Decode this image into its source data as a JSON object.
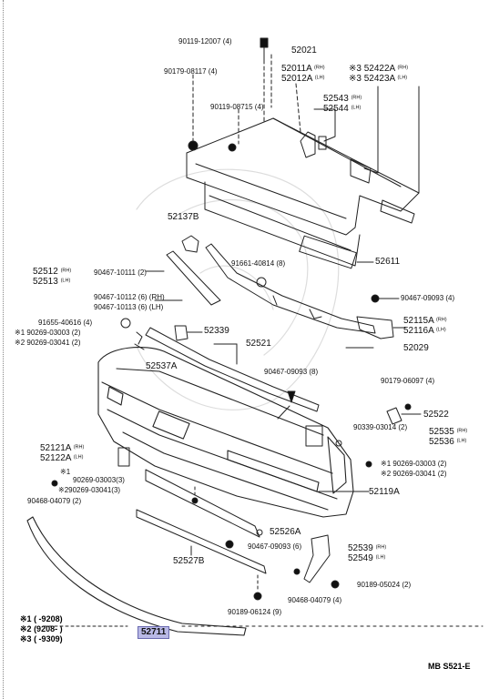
{
  "labels": {
    "p_90119_12007": "90119-12007 (4)",
    "p_52021": "52021",
    "p_90179_08117": "90179-08117 (4)",
    "p_52011A": "52011A",
    "p_52011A_side": "(RH)",
    "p_52012A": "52012A",
    "p_52012A_side": "(LH)",
    "p_52422A": "※3 52422A",
    "p_52422A_side": "(RH)",
    "p_52423A": "※3 52423A",
    "p_52423A_side": "(LH)",
    "p_90119_08715": "90119-08715 (4)",
    "p_52543": "52543",
    "p_52543_side": "(RH)",
    "p_52544": "52544",
    "p_52544_side": "(LH)",
    "p_52137B": "52137B",
    "p_52611": "52611",
    "p_91661_40814": "91661-40814 (8)",
    "p_52512": "52512",
    "p_52512_side": "(RH)",
    "p_52513": "52513",
    "p_52513_side": "(LH)",
    "p_90467_10111": "90467-10111 (2)",
    "p_90467_10112": "90467-10112 (6) (RH)",
    "p_90467_10113": "90467-10113 (6) (LH)",
    "p_90467_09093_4": "90467-09093 (4)",
    "p_91655_40616": "91655-40616 (4)",
    "p_90269_03003_2a": "※1 90269-03003 (2)",
    "p_90269_03041_2a": "※2 90269-03041 (2)",
    "p_52339": "52339",
    "p_52115A": "52115A",
    "p_52115A_side": "(RH)",
    "p_52116A": "52116A",
    "p_52116A_side": "(LH)",
    "p_52521": "52521",
    "p_52029": "52029",
    "p_52537A": "52537A",
    "p_90467_09093_8": "90467-09093 (8)",
    "p_90179_06097": "90179-06097 (4)",
    "p_52522": "52522",
    "p_90339_03014": "90339-03014 (2)",
    "p_52535": "52535",
    "p_52535_side": "(RH)",
    "p_52536": "52536",
    "p_52536_side": "(LH)",
    "p_52121A": "52121A",
    "p_52121A_side": "(RH)",
    "p_52122A": "52122A",
    "p_52122A_side": "(LH)",
    "p_90269_03003_2b": "※1 90269-03003 (2)",
    "p_90269_03041_2b": "※2 90269-03041 (2)",
    "p_star1": "※1",
    "p_90269_03003_3": "90269-03003(3)",
    "p_90269_03041_3": "※290269-03041(3)",
    "p_90468_04079_2": "90468-04079 (2)",
    "p_52119A": "52119A",
    "p_52526A": "52526A",
    "p_90467_09093_6": "90467-09093 (6)",
    "p_52539": "52539",
    "p_52539_side": "(RH)",
    "p_52549": "52549",
    "p_52549_side": "(LH)",
    "p_52527B": "52527B",
    "p_90189_05024": "90189-05024 (2)",
    "p_90468_04079_4": "90468-04079 (4)",
    "p_90189_06124": "90189-06124 (9)",
    "p_52711": "52711"
  },
  "legend": [
    {
      "mark": "※1",
      "range": "(      -9208)"
    },
    {
      "mark": "※2",
      "range": "(9208-       )"
    },
    {
      "mark": "※3",
      "range": "(      -9309)"
    }
  ],
  "footer": "MB S521-E"
}
